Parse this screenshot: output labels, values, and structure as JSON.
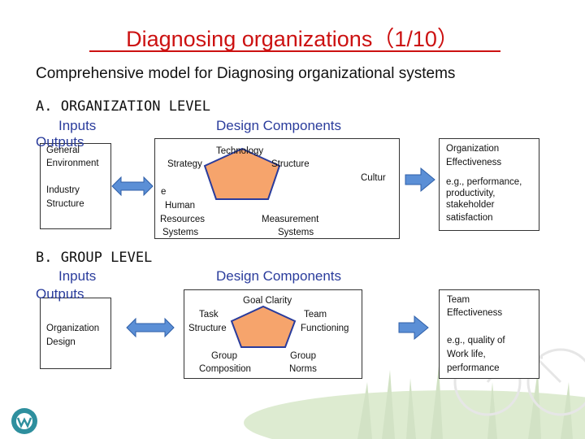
{
  "slide": {
    "title": "Diagnosing organizations（1/10）",
    "subtitle": "Comprehensive model for Diagnosing organizational systems"
  },
  "org_level": {
    "heading": "A. ORGANIZATION LEVEL",
    "inputs_label": "Inputs",
    "outputs_label": "Outputs",
    "design_components_label": "Design Components",
    "inputs": [
      "General",
      "Environment",
      "Industry",
      "Structure"
    ],
    "components": [
      "Technology",
      "Strategy",
      "Structure",
      "Cultur",
      "e",
      "Human",
      "Resources",
      "Systems",
      "Measurement",
      "Systems"
    ],
    "outputs": [
      "Organization",
      "Effectiveness",
      "e.g., performance,",
      "productivity,",
      "stakeholder",
      "satisfaction"
    ]
  },
  "group_level": {
    "heading": "B. GROUP LEVEL",
    "inputs_label": "Inputs",
    "outputs_label": "Outputs",
    "design_components_label": "Design Components",
    "inputs": [
      "Organization",
      "Design"
    ],
    "components": [
      "Goal Clarity",
      "Task",
      "Structure",
      "Team",
      "Functioning",
      "Group",
      "Composition",
      "Group",
      "Norms"
    ],
    "outputs": [
      "Team",
      "Effectiveness",
      "e.g., quality of",
      "Work life,",
      "performance"
    ]
  },
  "colors": {
    "title": "#cc1111",
    "labels": "#2a3c9c",
    "pentagon_fill": "#f6a46c",
    "pentagon_stroke": "#2a3c9c",
    "arrow": "#5b8fd6"
  }
}
